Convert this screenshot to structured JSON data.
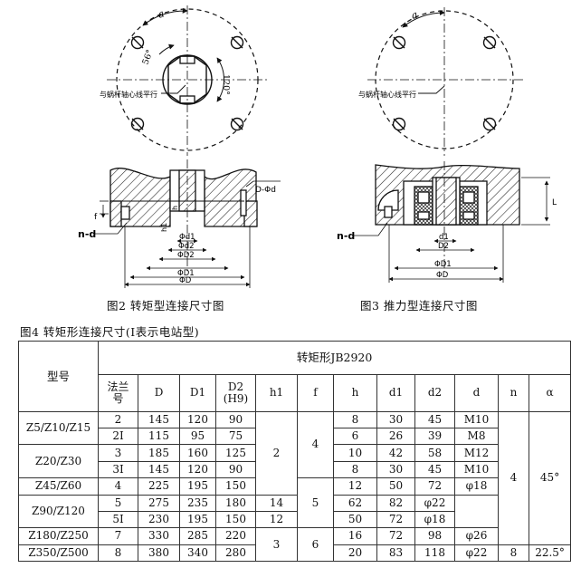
{
  "fig2": {
    "caption": "图2 转矩型连接尺寸图",
    "angle_a": "a",
    "angle_56": "56°",
    "angle_120": "120°",
    "parallel_note": "与蜗杆轴心线平行",
    "label_nd": "n-d",
    "label_D_phi_d": "D-Φd",
    "label_f": "f",
    "label_h1": "h1",
    "label_h": "h",
    "label_phi_d1": "Φd1",
    "label_phi_d2": "Φd2",
    "label_phi_D2": "ΦD2",
    "label_phi_D1": "ΦD1",
    "label_phi_D": "ΦD"
  },
  "fig3": {
    "caption": "图3 推力型连接尺寸图",
    "angle_a": "a",
    "parallel_note": "与蜗杆轴心线平行",
    "label_nd": "n-d",
    "label_L": "L",
    "label_d1": "d1",
    "label_D2": "D2",
    "label_phi_D1": "ΦD1",
    "label_phi_D": "ΦD"
  },
  "table_caption": "图4 转矩形连接尺寸(I表示电站型)",
  "table": {
    "model_header": "型号",
    "group_header": "转矩形JB2920",
    "col_headers": [
      "法兰\n号",
      "D",
      "D1",
      "D2\n(H9)",
      "h1",
      "f",
      "h",
      "d1",
      "d2",
      "d",
      "n",
      "α"
    ],
    "rows": [
      [
        "Z5/Z10/Z15",
        "2",
        "145",
        "120",
        "90",
        "2",
        "4",
        "8",
        "30",
        "45",
        "M10",
        "4",
        "45°"
      ],
      [
        "",
        "2I",
        "115",
        "95",
        "75",
        "",
        "",
        "6",
        "26",
        "39",
        "M8",
        "",
        ""
      ],
      [
        "Z20/Z30",
        "3",
        "185",
        "160",
        "125",
        "",
        "",
        "10",
        "42",
        "58",
        "M12",
        "",
        ""
      ],
      [
        "",
        "3I",
        "145",
        "120",
        "90",
        "",
        "",
        "8",
        "30",
        "45",
        "M10",
        "",
        ""
      ],
      [
        "Z45/Z60",
        "4",
        "225",
        "195",
        "150",
        "",
        "5",
        "12",
        "50",
        "72",
        "φ18",
        "",
        ""
      ],
      [
        "Z90/Z120",
        "5",
        "275",
        "235",
        "180",
        "",
        "",
        "14",
        "62",
        "82",
        "φ22",
        "",
        ""
      ],
      [
        "",
        "5I",
        "230",
        "195",
        "150",
        "",
        "",
        "12",
        "50",
        "72",
        "φ18",
        "",
        ""
      ],
      [
        "Z180/Z250",
        "7",
        "330",
        "285",
        "220",
        "3",
        "6",
        "16",
        "72",
        "98",
        "φ26",
        "",
        ""
      ],
      [
        "Z350/Z500",
        "8",
        "380",
        "340",
        "280",
        "",
        "",
        "20",
        "83",
        "118",
        "φ22",
        "8",
        "22.5°"
      ]
    ]
  }
}
